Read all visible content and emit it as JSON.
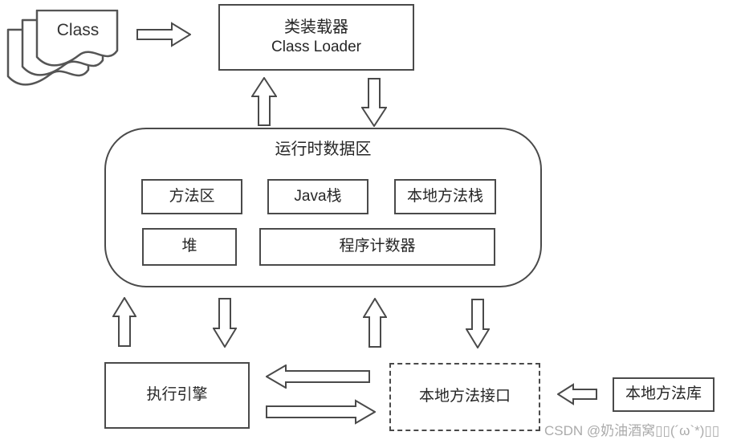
{
  "colors": {
    "line": "#4a4a4a",
    "text": "#262626",
    "watermark": "#ababab",
    "background": "#ffffff"
  },
  "nodes": {
    "class_files": {
      "label": "Class"
    },
    "class_loader": {
      "title_zh": "类装载器",
      "title_en": "Class Loader"
    },
    "runtime_data_area": {
      "title": "运行时数据区",
      "method_area": "方法区",
      "java_stack": "Java栈",
      "native_method_stack": "本地方法栈",
      "heap": "堆",
      "program_counter": "程序计数器"
    },
    "execution_engine": {
      "label": "执行引擎"
    },
    "native_method_interface": {
      "label": "本地方法接口"
    },
    "native_method_library": {
      "label": "本地方法库"
    }
  },
  "edges": [
    {
      "from": "class_files",
      "to": "class_loader",
      "direction": "right"
    },
    {
      "from": "runtime_data_area",
      "to": "class_loader",
      "direction": "up"
    },
    {
      "from": "class_loader",
      "to": "runtime_data_area",
      "direction": "down"
    },
    {
      "from": "execution_engine",
      "to": "runtime_data_area",
      "direction": "up"
    },
    {
      "from": "runtime_data_area",
      "to": "execution_engine",
      "direction": "down"
    },
    {
      "from": "native_method_interface",
      "to": "runtime_data_area",
      "direction": "up"
    },
    {
      "from": "runtime_data_area",
      "to": "native_method_interface",
      "direction": "down"
    },
    {
      "from": "native_method_interface",
      "to": "execution_engine",
      "direction": "left"
    },
    {
      "from": "execution_engine",
      "to": "native_method_interface",
      "direction": "right"
    },
    {
      "from": "native_method_library",
      "to": "native_method_interface",
      "direction": "left"
    }
  ],
  "watermark": "CSDN @奶油酒窝▯▯(´ω`*)▯▯"
}
